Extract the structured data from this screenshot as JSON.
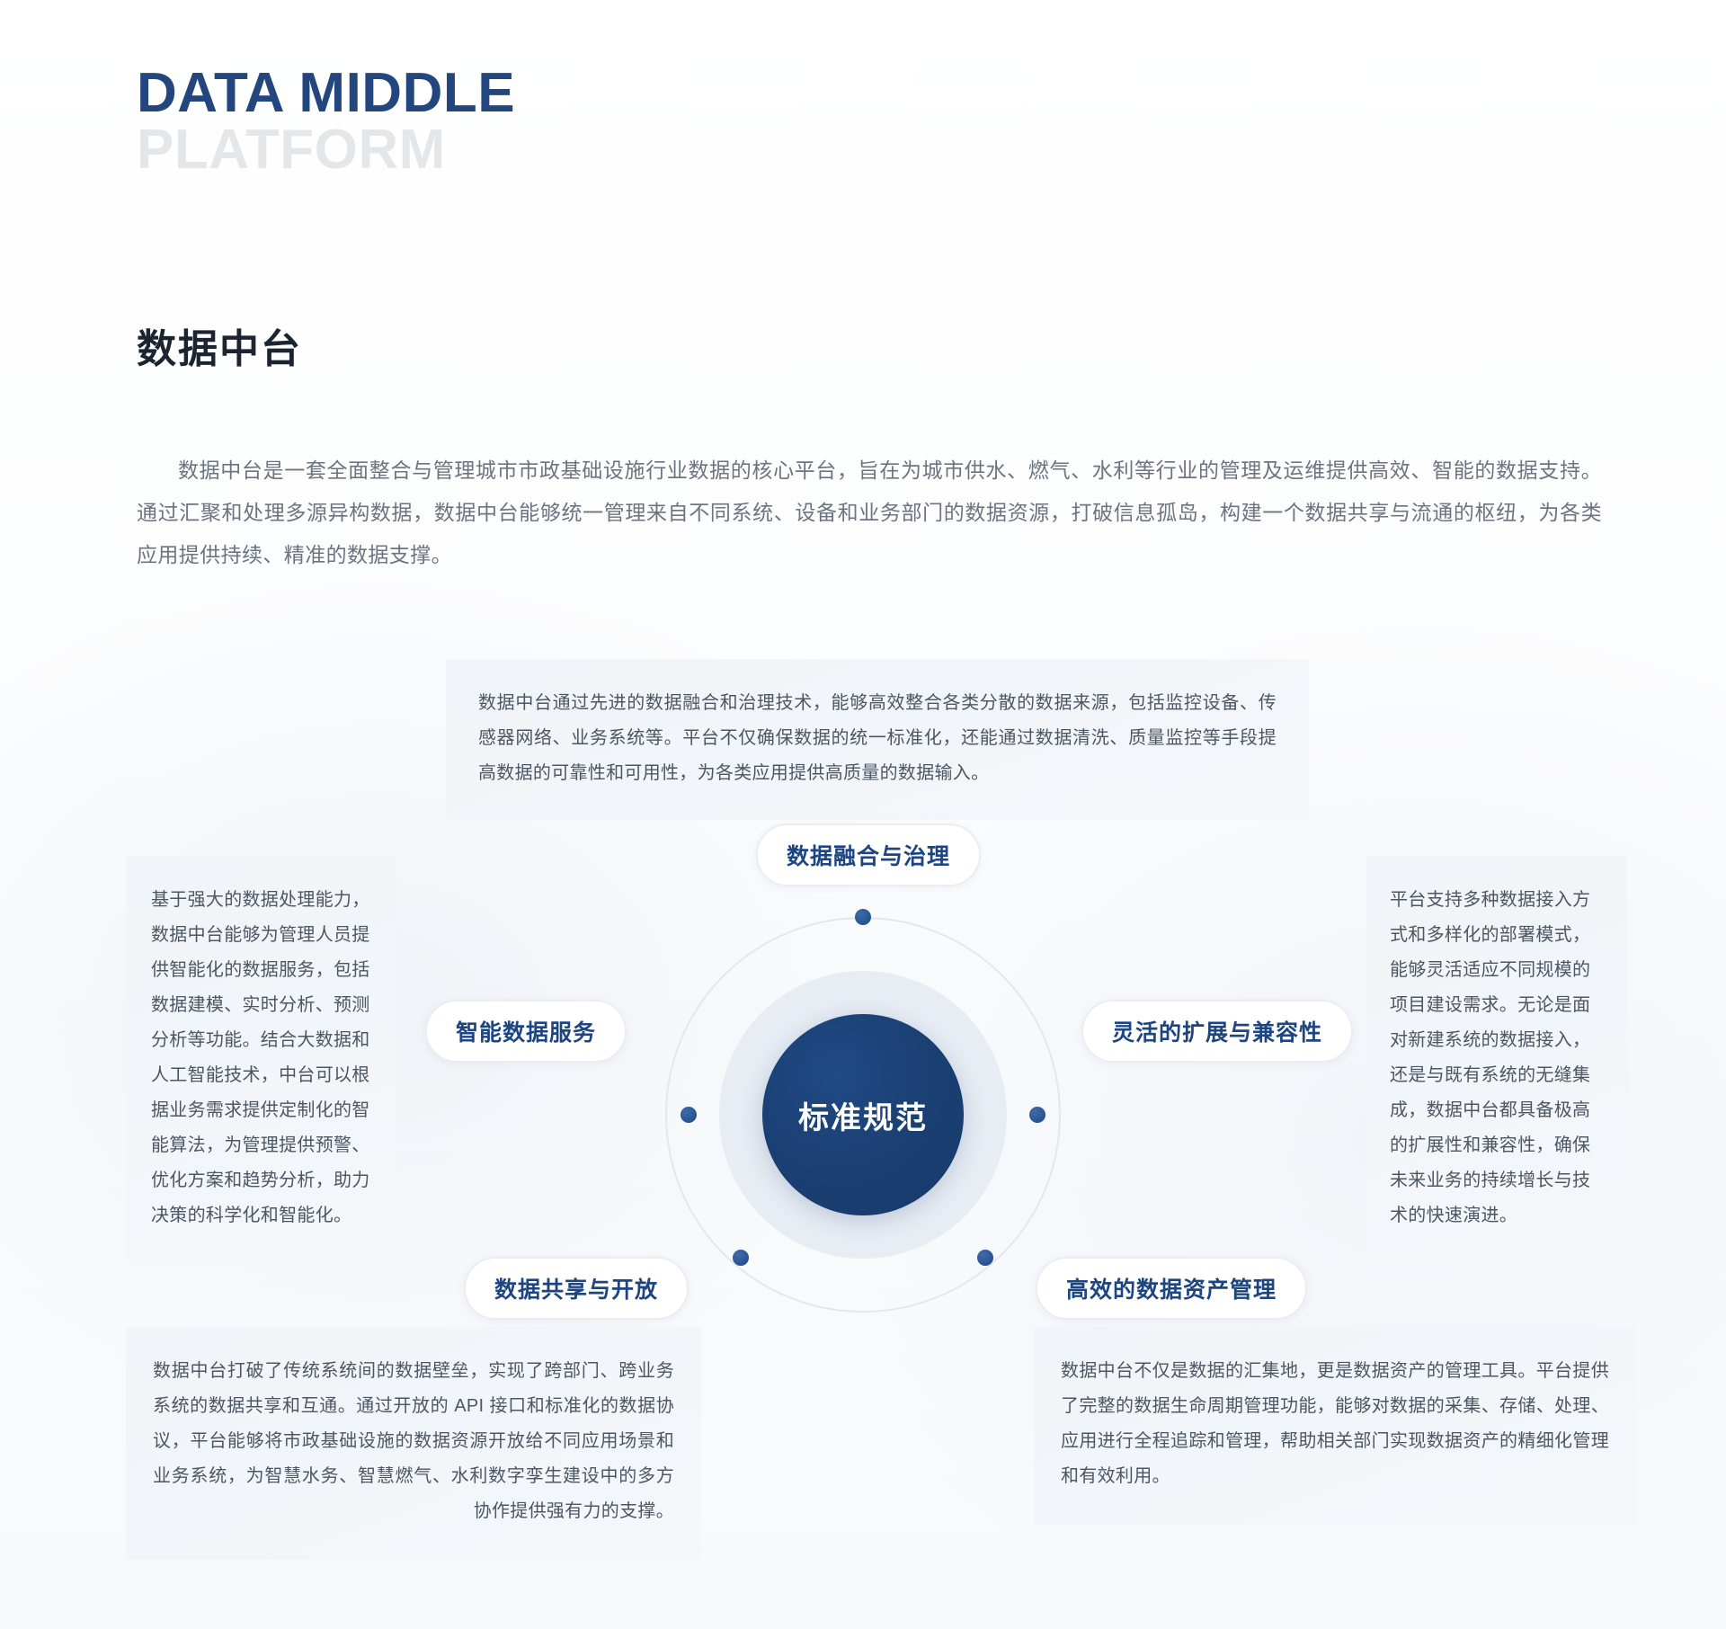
{
  "header": {
    "eyebrow_line1": "DATA MIDDLE",
    "eyebrow_line2": "PLATFORM",
    "title": "数据中台",
    "intro": "数据中台是一套全面整合与管理城市市政基础设施行业数据的核心平台，旨在为城市供水、燃气、水利等行业的管理及运维提供高效、智能的数据支持。通过汇聚和处理多源异构数据，数据中台能够统一管理来自不同系统、设备和业务部门的数据资源，打破信息孤岛，构建一个数据共享与流通的枢纽，为各类应用提供持续、精准的数据支撑。"
  },
  "diagram": {
    "core_label": "标准规范",
    "pills": {
      "top": "数据融合与治理",
      "left": "智能数据服务",
      "right": "灵活的扩展与兼容性",
      "bottom_left": "数据共享与开放",
      "bottom_right": "高效的数据资产管理"
    }
  },
  "panels": {
    "top": "数据中台通过先进的数据融合和治理技术，能够高效整合各类分散的数据来源，包括监控设备、传感器网络、业务系统等。平台不仅确保数据的统一标准化，还能通过数据清洗、质量监控等手段提高数据的可靠性和可用性，为各类应用提供高质量的数据输入。",
    "left": "基于强大的数据处理能力，数据中台能够为管理人员提供智能化的数据服务，包括数据建模、实时分析、预测分析等功能。结合大数据和人工智能技术，中台可以根据业务需求提供定制化的智能算法，为管理提供预警、优化方案和趋势分析，助力决策的科学化和智能化。",
    "right": "平台支持多种数据接入方式和多样化的部署模式，能够灵活适应不同规模的项目建设需求。无论是面对新建系统的数据接入，还是与既有系统的无缝集成，数据中台都具备极高的扩展性和兼容性，确保未来业务的持续增长与技术的快速演进。",
    "bottom_left": "数据中台打破了传统系统间的数据壁垒，实现了跨部门、跨业务系统的数据共享和互通。通过开放的 API 接口和标准化的数据协议，平台能够将市政基础设施的数据资源开放给不同应用场景和业务系统，为智慧水务、智慧燃气、水利数字孪生建设中的多方协作提供强有力的支撑。",
    "bottom_right": "数据中台不仅是数据的汇集地，更是数据资产的管理工具。平台提供了完整的数据生命周期管理功能，能够对数据的采集、存储、处理、应用进行全程追踪和管理，帮助相关部门实现数据资产的精细化管理和有效利用。"
  },
  "colors": {
    "brand_blue": "#24467f",
    "core_blue": "#1a3f72",
    "panel_bg": "#f1f4f8",
    "muted_text": "#6b7480",
    "ghost_text": "#e4e7ea"
  }
}
